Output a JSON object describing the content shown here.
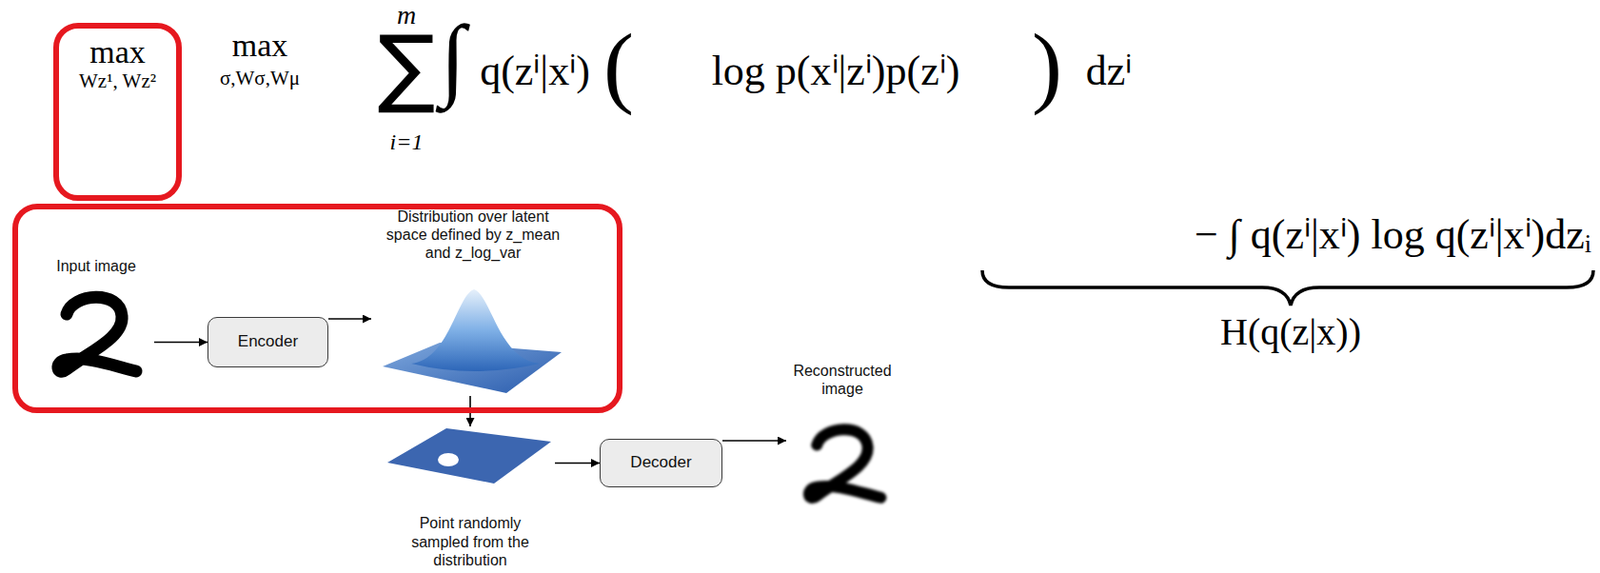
{
  "diagram": {
    "nodes": [
      {
        "text": [
          "max",
          "Wz¹, Wz²"
        ]
      },
      {
        "text": []
      },
      {
        "text": [
          "Input image"
        ],
        "in": 1
      },
      {
        "text": [
          "Encoder"
        ],
        "in": 1
      },
      {
        "text": [
          "Distribution over latent space defined by z_mean and z_log_var"
        ],
        "in": 1
      },
      {
        "text": [
          "Point randomly sampled from the distribution"
        ]
      },
      {
        "text": [
          "Decoder"
        ]
      },
      {
        "text": [
          "Reconstructed image"
        ]
      }
    ],
    "edges": [
      {
        "from": 2,
        "to": 3,
        "arrow": "to"
      },
      {
        "from": 3,
        "to": 4,
        "arrow": "to"
      },
      {
        "from": 4,
        "to": 5,
        "arrow": "to"
      },
      {
        "from": 5,
        "to": 6,
        "arrow": "to"
      },
      {
        "from": 6,
        "to": 7,
        "arrow": "to"
      }
    ],
    "labels": [
      "max",
      "σ,Wσ,Wμ",
      "m",
      "∑",
      "i=1",
      "∫",
      "q(zⁱ|xⁱ)",
      "(",
      "log p(xⁱ|zⁱ)p(zⁱ)",
      ")",
      "dzⁱ",
      "− ∫ q(zⁱ|xⁱ) log q(zⁱ|xⁱ)dzᵢ",
      "H(q(z|x))"
    ]
  }
}
